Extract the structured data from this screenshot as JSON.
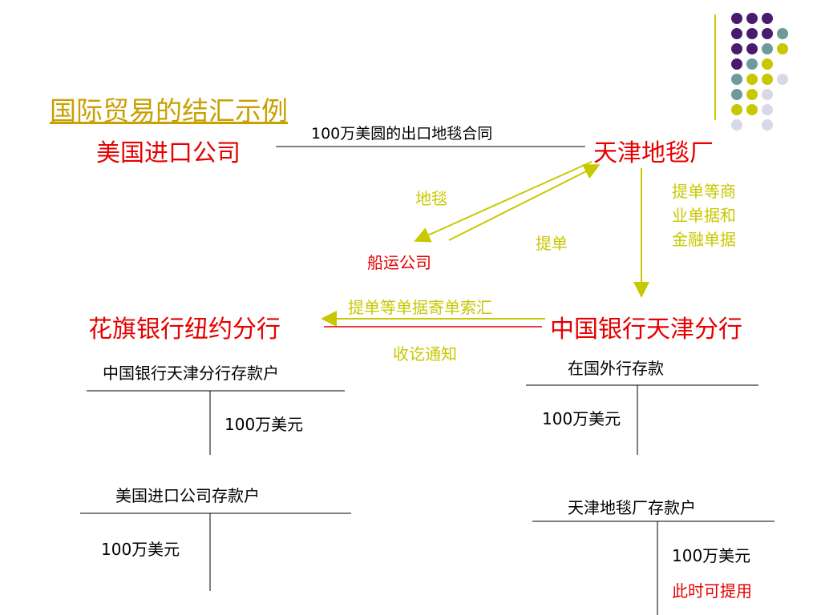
{
  "slide": {
    "title": "国际贸易的结汇示例"
  },
  "parties": {
    "us_importer": "美国进口公司",
    "tianjin_factory": "天津地毯厂",
    "shipping_company": "船运公司",
    "citibank_ny": "花旗银行纽约分行",
    "boc_tianjin": "中国银行天津分行"
  },
  "flows": {
    "contract": "100万美圆的出口地毯合同",
    "carpet": "地毯",
    "bill_of_lading": "提单",
    "documents": "提单等商\n业单据和\n金融单据",
    "collection": "提单等单据寄单索汇",
    "receipt_notice": "收讫通知"
  },
  "accounts": {
    "boc_account_at_citi": {
      "title": "中国银行天津分行存款户",
      "credit": "100万美元"
    },
    "foreign_bank_deposit": {
      "title": "在国外行存款",
      "debit": "100万美元"
    },
    "us_importer_account": {
      "title": "美国进口公司存款户",
      "debit": "100万美元"
    },
    "factory_account": {
      "title": "天津地毯厂存款户",
      "credit": "100万美元",
      "note": "此时可提用"
    }
  },
  "colors": {
    "dot_purple": "#4a1a6e",
    "dot_teal": "#6d9a9a",
    "dot_olive": "#c8c800",
    "dot_lavender": "#d8d8ea",
    "arrow_olive": "#c8c800",
    "accent_red": "#e60000"
  }
}
